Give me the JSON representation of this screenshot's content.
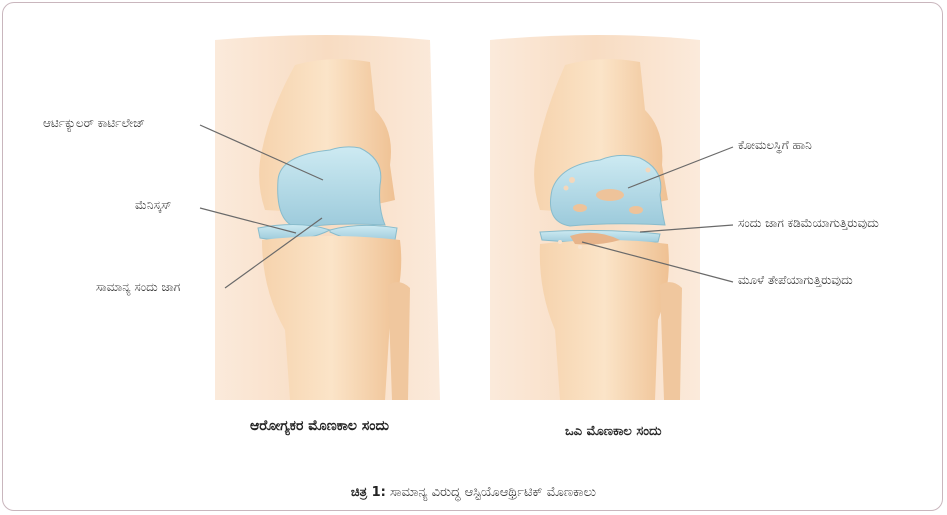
{
  "healthy": {
    "title": "ಆರೋಗ್ಯಕರ ಮೊಣಕಾಲ ಸಂದು",
    "labels": {
      "cartilage": "ಆರ್ಟಿಕ್ಯುಲರ್ ಕಾರ್ಟಿಲೇಜ್",
      "meniscus": "ಮೆನಿಸ್ಕಸ್",
      "joint_space": "ಸಾಮಾನ್ಯ ಸಂದು ಜಾಗ"
    }
  },
  "oa": {
    "title": "ಒಎ ಮೊಣಕಾಲ ಸಂದು",
    "labels": {
      "cartilage_damage": "ಕೋಮಲಸ್ಥಿಗೆ ಹಾನಿ",
      "narrowing": "ಸಂದು ಜಾಗ ಕಡಿಮೆಯಾಗುತ್ತಿರುವುದು",
      "bone_wear": "ಮೂಳೆ ತೇಪೆಯಾಗುತ್ತಿರುವುದು"
    }
  },
  "caption": {
    "prefix": "ಚಿತ್ರ 1:",
    "text": " ಸಾಮಾನ್ಯ ವಿರುದ್ಧ ಆಸ್ಟಿಯೊಆರ್ಥ್ರಿಟಿಕ್ ಮೊಣಕಾಲು"
  },
  "colors": {
    "skin": "#f7e0c8",
    "bone": "#f2c79a",
    "cartilage": "#b9dde8",
    "border": "#c9b6bd"
  }
}
